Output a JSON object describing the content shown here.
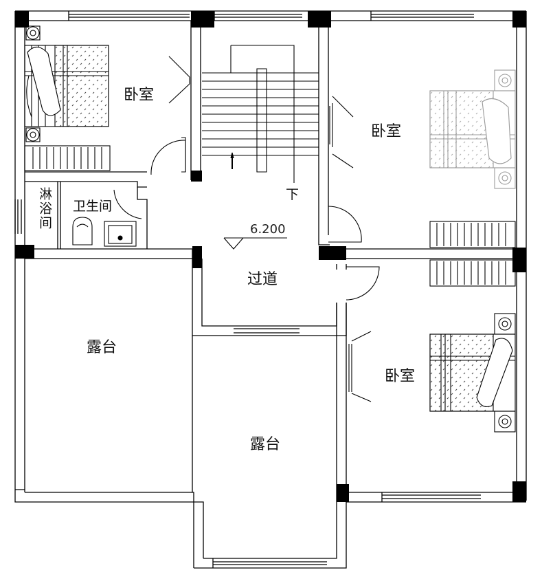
{
  "rooms": {
    "bedroom_nw": "卧室",
    "bedroom_ne": "卧室",
    "bedroom_se": "卧室",
    "bathroom": "卫生间",
    "shower": "淋浴间",
    "corridor": "过道",
    "terrace_w": "露台",
    "terrace_s": "露台"
  },
  "stair_direction": "下",
  "elevation": "6.200",
  "colors": {
    "line": "#000000",
    "wall_fill": "#000000",
    "furniture_grey": "#9a9a9a"
  }
}
